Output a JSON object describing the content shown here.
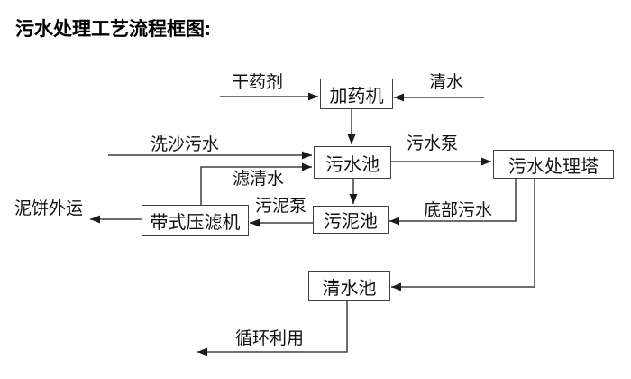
{
  "title": "污水处理工艺流程框图:",
  "diagram": {
    "nodes": [
      {
        "id": "dosing-machine",
        "label": "加药机"
      },
      {
        "id": "sewage-pool",
        "label": "污水池"
      },
      {
        "id": "sewage-treatment-tower",
        "label": "污水处理塔"
      },
      {
        "id": "sludge-pool",
        "label": "污泥池"
      },
      {
        "id": "belt-filter-press",
        "label": "带式压滤机"
      },
      {
        "id": "clear-water-pool",
        "label": "清水池"
      }
    ],
    "edges": [
      {
        "from": "dry-agent-source",
        "to": "dosing-machine",
        "label": "干药剂"
      },
      {
        "from": "clear-water-source",
        "to": "dosing-machine",
        "label": "清水"
      },
      {
        "from": "dosing-machine",
        "to": "sewage-pool",
        "label": ""
      },
      {
        "from": "sand-washing-source",
        "to": "sewage-pool",
        "label": "洗沙污水"
      },
      {
        "from": "belt-filter-press",
        "to": "sewage-pool",
        "label": "滤清水"
      },
      {
        "from": "sewage-pool",
        "to": "sewage-treatment-tower",
        "label": "污水泵"
      },
      {
        "from": "sewage-pool",
        "to": "sludge-pool",
        "label": ""
      },
      {
        "from": "sewage-treatment-tower",
        "to": "sludge-pool",
        "label": "底部污水"
      },
      {
        "from": "sludge-pool",
        "to": "belt-filter-press",
        "label": "污泥泵"
      },
      {
        "from": "belt-filter-press",
        "to": "mud-cake-out",
        "label": "泥饼外运"
      },
      {
        "from": "sewage-treatment-tower",
        "to": "clear-water-pool",
        "label": ""
      },
      {
        "from": "clear-water-pool",
        "to": "recycle-out",
        "label": "循环利用"
      }
    ],
    "colors": {
      "line": "#3f3f3f",
      "arrowhead": "#1a1a1a",
      "text": "#111111",
      "background": "#ffffff"
    }
  }
}
